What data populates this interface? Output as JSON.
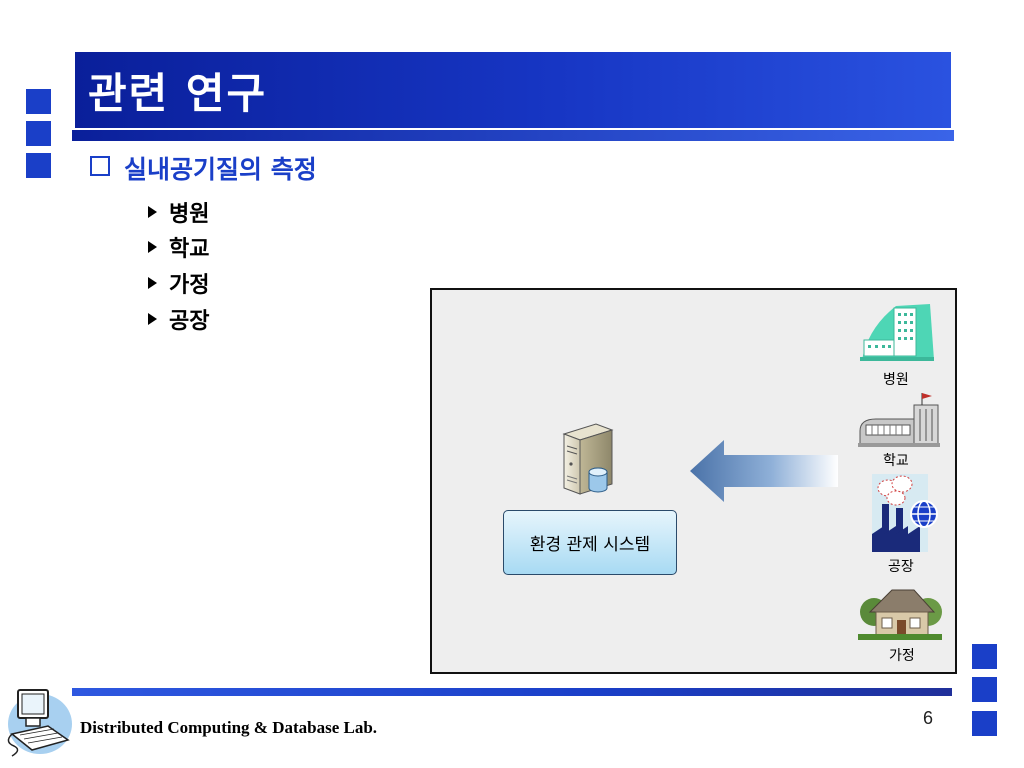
{
  "slide": {
    "title": "관련 연구",
    "section_heading": "실내공기질의 측정",
    "bullets": [
      "병원",
      "학교",
      "가정",
      "공장"
    ]
  },
  "diagram": {
    "system_label": "환경 관제 시스템",
    "sources": [
      {
        "label": "병원",
        "icon": "hospital-icon"
      },
      {
        "label": "학교",
        "icon": "school-icon"
      },
      {
        "label": "공장",
        "icon": "factory-icon"
      },
      {
        "label": "가정",
        "icon": "house-icon"
      }
    ],
    "server_icon": "server-icon",
    "arrow_icon": "arrow-left-icon"
  },
  "footer": {
    "lab_name": "Distributed Computing & Database Lab.",
    "page_number": "6",
    "logo_icon": "computer-icon"
  },
  "colors": {
    "accent": "#1a3fc8",
    "title_bar": "#0a1f9a",
    "system_box": "#a8daf3"
  }
}
